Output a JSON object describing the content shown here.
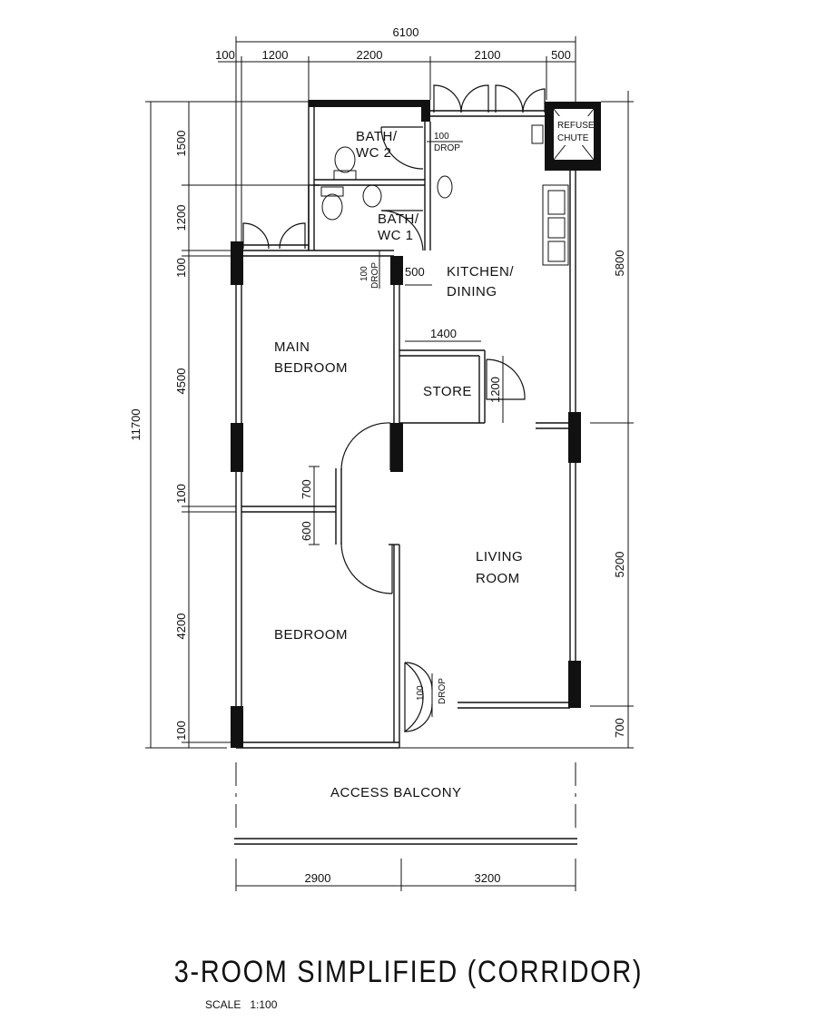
{
  "dimensions": {
    "top_total": "6100",
    "top_segments": [
      "100",
      "1200",
      "2200",
      "2100",
      "500"
    ],
    "bottom_segments": [
      "2900",
      "3200"
    ],
    "left_total": "11700",
    "left_segments": [
      "1500",
      "1200",
      "100",
      "4500",
      "100",
      "4200",
      "100"
    ],
    "right_segments": [
      "5800",
      "5200",
      "700"
    ],
    "inner": {
      "store_width": "1400",
      "store_height": "1200",
      "door_a": "700",
      "door_b": "600",
      "kitchen_step": "500"
    }
  },
  "rooms": {
    "bath_wc_2_line1": "BATH/",
    "bath_wc_2_line2": "WC 2",
    "bath_wc_1_line1": "BATH/",
    "bath_wc_1_line2": "WC 1",
    "kitchen_line1": "KITCHEN/",
    "kitchen_line2": "DINING",
    "main_bedroom_line1": "MAIN",
    "main_bedroom_line2": "BEDROOM",
    "store": "STORE",
    "living_line1": "LIVING",
    "living_line2": "ROOM",
    "bedroom": "BEDROOM",
    "access_balcony": "ACCESS BALCONY",
    "refuse_line1": "REFUSE",
    "refuse_line2": "CHUTE"
  },
  "drops": {
    "bath_drop_value": "100",
    "bath_drop_label": "DROP",
    "wc1_drop_value": "100",
    "wc1_drop_label": "DROP",
    "living_drop_value": "100",
    "living_drop_label": "DROP"
  },
  "title": "3-ROOM SIMPLIFIED (CORRIDOR)",
  "scale_label": "SCALE",
  "scale_value": "1:100"
}
